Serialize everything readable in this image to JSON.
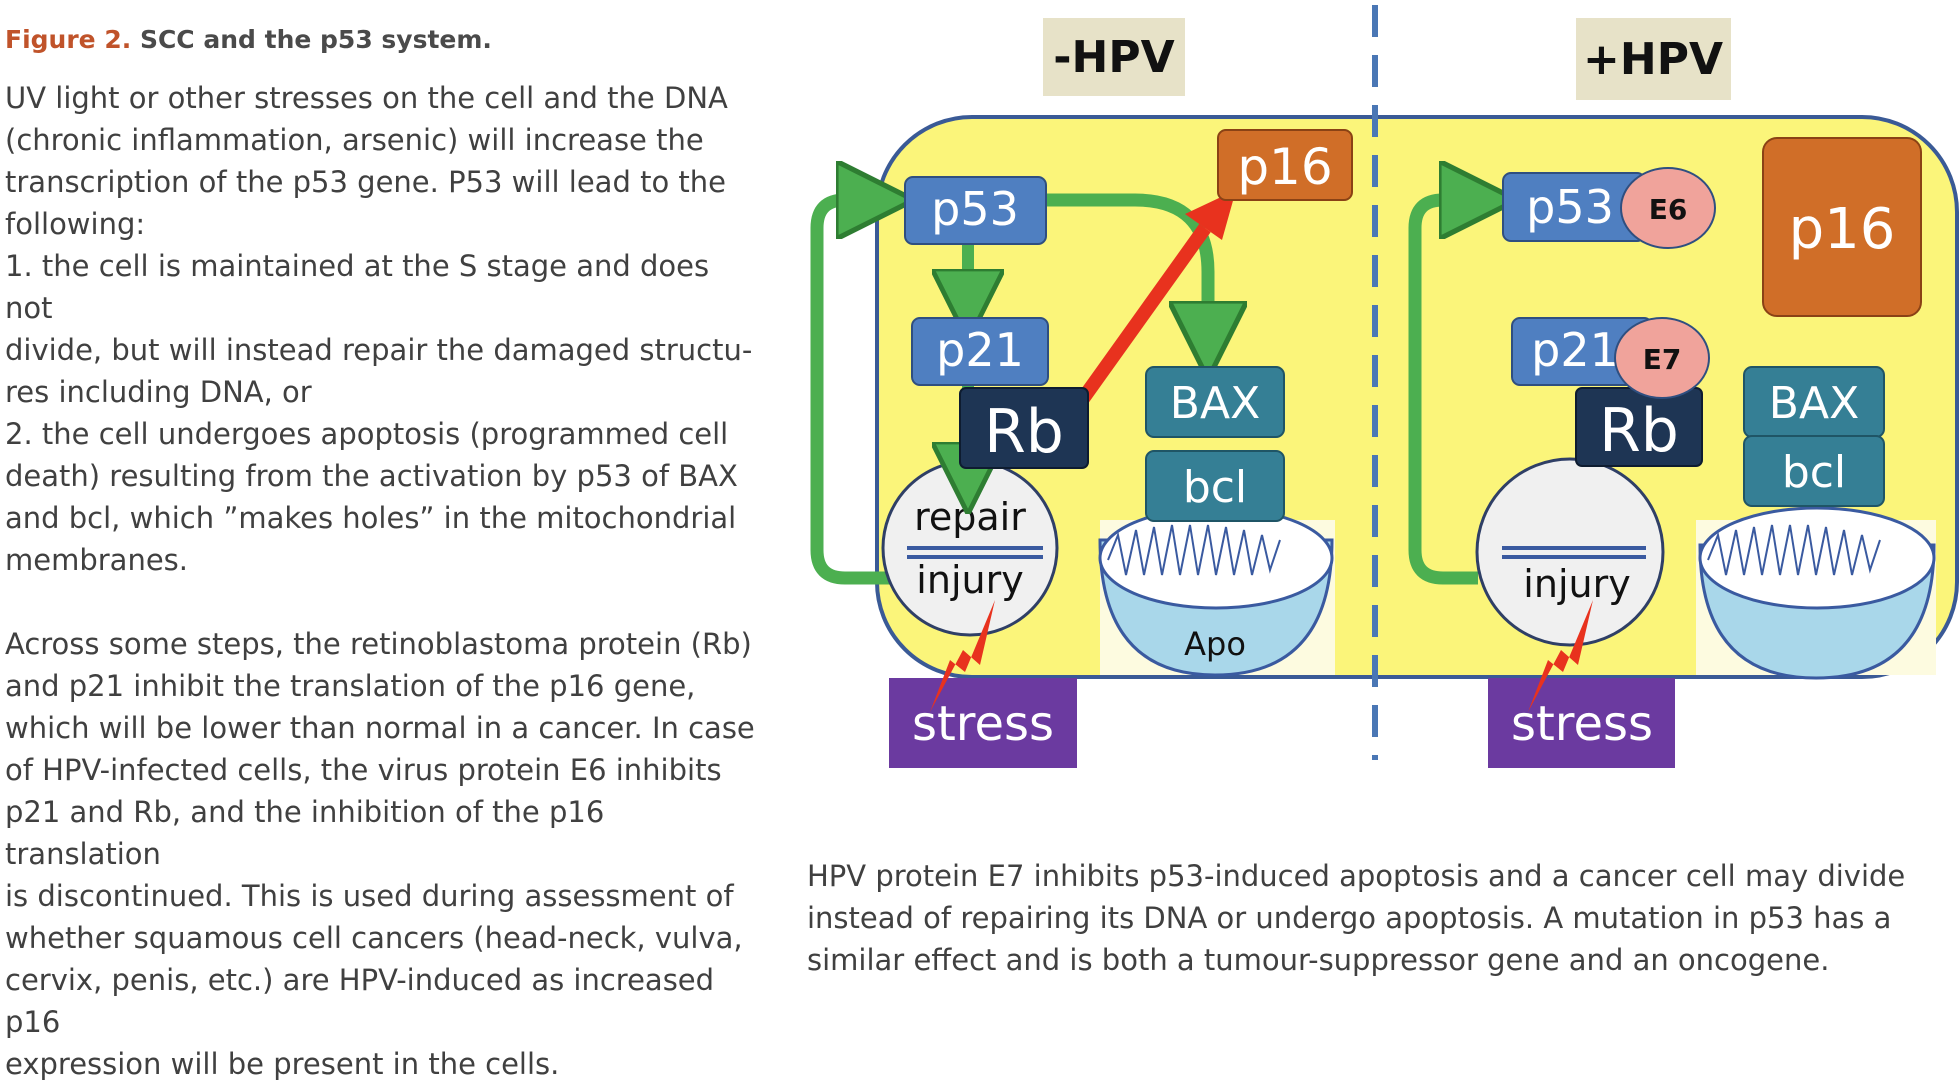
{
  "figure": {
    "label": "Figure 2.",
    "title": "SCC and the p53 system."
  },
  "description": {
    "intro_lines": [
      "UV light or other stresses on the cell and the DNA",
      "(chronic inflammation, arsenic) will increase the",
      "transcription of the p53 gene. P53 will lead to the",
      "following:",
      "1. the cell is maintained at the S stage and does not",
      "divide, but will instead repair the damaged structu-",
      "res including DNA, or",
      "2. the cell undergoes apoptosis (programmed cell",
      "death) resulting from the activation by p53 of BAX",
      "and bcl, which ”makes holes” in the mitochondrial",
      "membranes."
    ],
    "rb_lines": [
      "Across some steps, the retinoblastoma protein (Rb)",
      "and p21 inhibit the translation of the p16 gene,",
      "which will be lower than normal in a cancer. In case",
      "of HPV-infected cells, the virus protein E6 inhibits",
      "p21 and Rb, and the inhibition of the p16 translation",
      "is discontinued. This is used during assessment of",
      "whether squamous cell cancers (head-neck, vulva,",
      "cervix, penis, etc.) are HPV-induced as increased p16",
      "expression will be present in the cells."
    ]
  },
  "caption_lines": [
    "HPV protein E7 inhibits p53-induced apoptosis and a cancer cell may divide",
    "instead of repairing its DNA or undergo apoptosis. A mutation in p53 has a",
    "similar effect and is both a tumour-suppressor gene and an oncogene."
  ],
  "diagram": {
    "minus_panel": {
      "title": "-HPV",
      "p53": "p53",
      "p21": "p21",
      "rb": "Rb",
      "p16": "p16",
      "bax": "BAX",
      "bcl": "bcl",
      "repair": "repair",
      "injury": "injury",
      "apo": "Apo",
      "stress": "stress"
    },
    "plus_panel": {
      "title": "+HPV",
      "p53": "p53",
      "e6": "E6",
      "p21": "p21",
      "e7": "E7",
      "rb": "Rb",
      "p16": "p16",
      "bax": "BAX",
      "bcl": "bcl",
      "injury": "injury",
      "stress": "stress"
    },
    "colors": {
      "cell": "#fbf57a",
      "cell_border": "#3a5a96",
      "protein": "#4f7fc1",
      "rb": "#1e3554",
      "p16": "#d06e28",
      "bax": "#357f95",
      "stress": "#6b3aa0",
      "arrow_green": "#4caf50",
      "arrow_red": "#e8321e",
      "title_bg": "#e7e2c8",
      "viral": "#f0a39b",
      "divider": "#4a77b5"
    }
  }
}
